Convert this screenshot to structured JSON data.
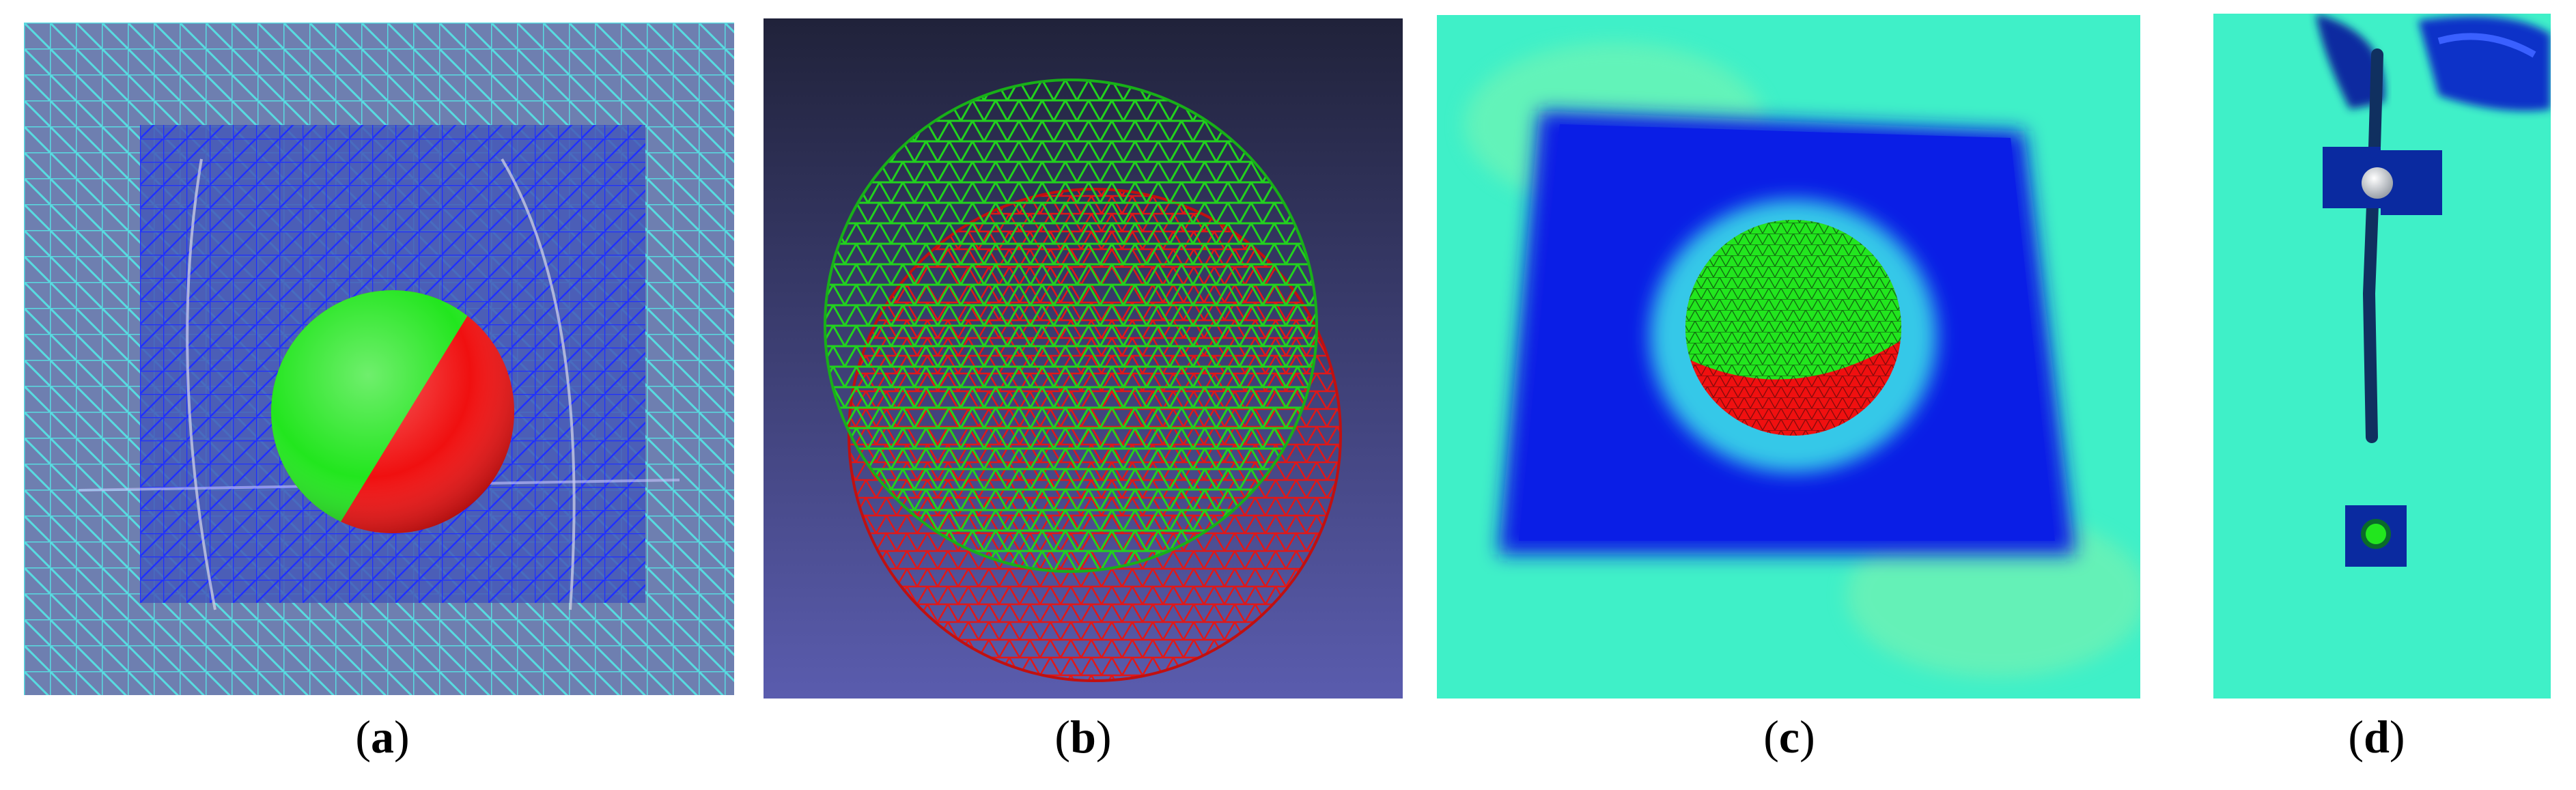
{
  "figure": {
    "panels": [
      {
        "id": "a",
        "caption_open": "(",
        "caption_letter": "a",
        "caption_close": ")"
      },
      {
        "id": "b",
        "caption_open": "(",
        "caption_letter": "b",
        "caption_close": ")"
      },
      {
        "id": "c",
        "caption_open": "(",
        "caption_letter": "c",
        "caption_close": ")"
      },
      {
        "id": "d",
        "caption_open": "(",
        "caption_letter": "d",
        "caption_close": ")"
      }
    ]
  },
  "colors": {
    "sphere_green": "#22e61e",
    "sphere_red": "#f01010",
    "mesh_cyan": "#55e6e6",
    "mesh_blue": "#1a1aff",
    "field_cyan": "#3ff0c8",
    "deep_blue": "#0a1ee6"
  }
}
